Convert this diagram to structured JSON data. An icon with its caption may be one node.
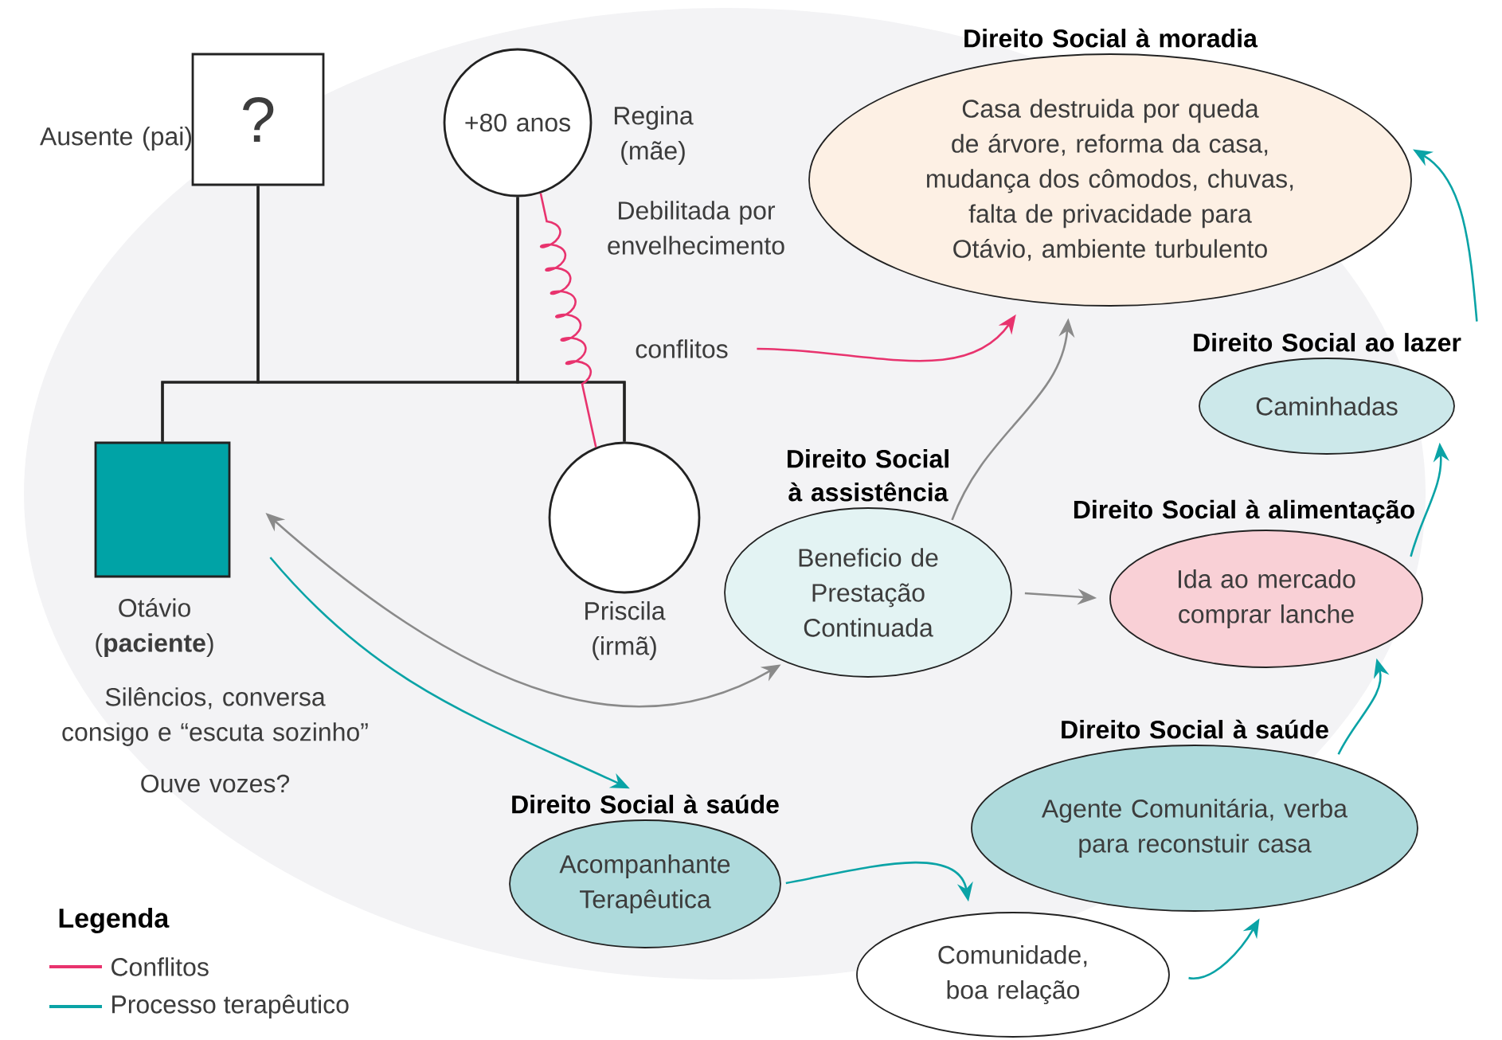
{
  "diagram": {
    "nodes": [
      {
        "text": [
          "?"
        ],
        "beside": [
          "Ausente (pai)"
        ]
      },
      {
        "text": [
          "+80 anos"
        ],
        "beside": [
          "Regina (mãe)",
          "Debilitada por envelhecimento"
        ]
      },
      {
        "text": [],
        "shape": "box",
        "beside": [
          "Otávio (**paciente**)",
          "Silêncios, conversa consigo e “escuta sozinho”",
          "Ouve vozes?"
        ]
      },
      {
        "text": [],
        "shape": "circle",
        "beside": [
          "Priscila (irmã)"
        ]
      },
      {
        "text": [
          "Direito Social à moradia",
          "Casa destruida por queda de árvore, reforma da casa, mudança dos cômodos, chuvas, falta de privacidade para Otávio, ambiente turbulento"
        ]
      },
      {
        "text": [
          "Direito Social ao lazer",
          "Caminhadas"
        ]
      },
      {
        "text": [
          "Direito Social à assistência",
          "Beneficio de Prestação Continuada"
        ]
      },
      {
        "text": [
          "Direito Social à alimentação",
          "Ida ao mercado comprar lanche"
        ]
      },
      {
        "text": [
          "Direito Social à saúde",
          "Acompanhante Terapêutica"
        ]
      },
      {
        "text": [
          "Direito Social à saúde",
          "Agente Comunitária, verba para reconstuir casa"
        ]
      },
      {
        "text": [
          "Comunidade, boa relação"
        ]
      },
      {
        "text": [
          "conflitos"
        ]
      }
    ],
    "edges": [
      {
        "from": 0,
        "to": 2,
        "arrow": "none",
        "color": "#222222"
      },
      {
        "from": 0,
        "to": 3,
        "arrow": "none",
        "color": "#222222"
      },
      {
        "from": 1,
        "to": 2,
        "arrow": "none",
        "color": "#222222"
      },
      {
        "from": 1,
        "to": 3,
        "arrow": "none",
        "color": "#222222"
      },
      {
        "from": 1,
        "to": 3,
        "arrow": "none",
        "color": "#e8336e"
      },
      {
        "from": 11,
        "to": 4,
        "arrow": "to",
        "color": "#e8336e"
      },
      {
        "from": 2,
        "to": 6,
        "arrow": "both",
        "color": "#8a8a8a"
      },
      {
        "from": 6,
        "to": 4,
        "arrow": "to",
        "color": "#8a8a8a"
      },
      {
        "from": 6,
        "to": 7,
        "arrow": "to",
        "color": "#8a8a8a"
      },
      {
        "from": 2,
        "to": 8,
        "arrow": "to",
        "color": "#0aa3a6"
      },
      {
        "from": 8,
        "to": 10,
        "arrow": "to",
        "color": "#0aa3a6"
      },
      {
        "from": 10,
        "to": 9,
        "arrow": "to",
        "color": "#0aa3a6"
      },
      {
        "from": 9,
        "to": 7,
        "arrow": "to",
        "color": "#0aa3a6"
      },
      {
        "from": 7,
        "to": 5,
        "arrow": "to",
        "color": "#0aa3a6"
      },
      {
        "from": 5,
        "to": 4,
        "arrow": "to",
        "color": "#0aa3a6"
      }
    ],
    "labels": [
      "Legenda"
    ],
    "legend": [
      {
        "text": "Conflitos"
      },
      {
        "text": "Processo terapêutico"
      }
    ]
  }
}
